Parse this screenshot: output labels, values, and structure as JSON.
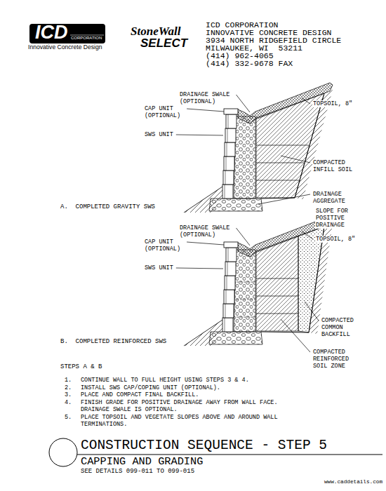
{
  "diagram": {
    "title": "CONSTRUCTION SEQUENCE - STEP 5",
    "labels": [
      "ICD",
      "CORPORATION",
      "Innovative Concrete Design",
      "StoneWall",
      "SELECT",
      "ICD CORPORATION",
      "INNOVATIVE CONCRETE DESIGN",
      "3934 NORTH RIDGEFIELD CIRCLE",
      "MILWAUKEE, WI  53211",
      "(414) 962-4065",
      "(414) 332-9678 FAX",
      "DRAINAGE SWALE (OPTIONAL)",
      "TOPSOIL, 8\"",
      "CAP UNIT (OPTIONAL)",
      "SWS UNIT",
      "COMPACTED INFILL SOIL",
      "DRAINAGE AGGREGATE",
      "A.  COMPLETED GRAVITY SWS",
      "SLOPE FOR POSITIVE DRAINAGE",
      "DRAINAGE SWALE (OPTIONAL)",
      "TOPSOIL, 8\"",
      "CAP UNIT (OPTIONAL)",
      "SWS UNIT",
      "COMPACTED COMMON BACKFILL",
      "COMPACTED REINFORCED SOIL ZONE",
      "B.  COMPLETED REINFORCED SWS",
      "STEPS A & B",
      "1.",
      "CONTINUE WALL TO FULL HEIGHT USING STEPS 3 & 4.",
      "2.",
      "INSTALL SWS CAP/COPING UNIT (OPTIONAL).",
      "3.",
      "PLACE AND COMPACT FINAL BACKFILL.",
      "4.",
      "FINISH GRADE FOR POSITIVE DRAINAGE AWAY FROM WALL FACE. DRAINAGE SWALE IS OPTIONAL.",
      "5.",
      "PLACE TOPSOIL AND VEGETATE SLOPES ABOVE AND AROUND WALL TERMINATIONS.",
      "CAPPING AND GRADING",
      "SEE DETAILS 099-011 TO 099-015",
      "www.caddetails.com"
    ]
  }
}
